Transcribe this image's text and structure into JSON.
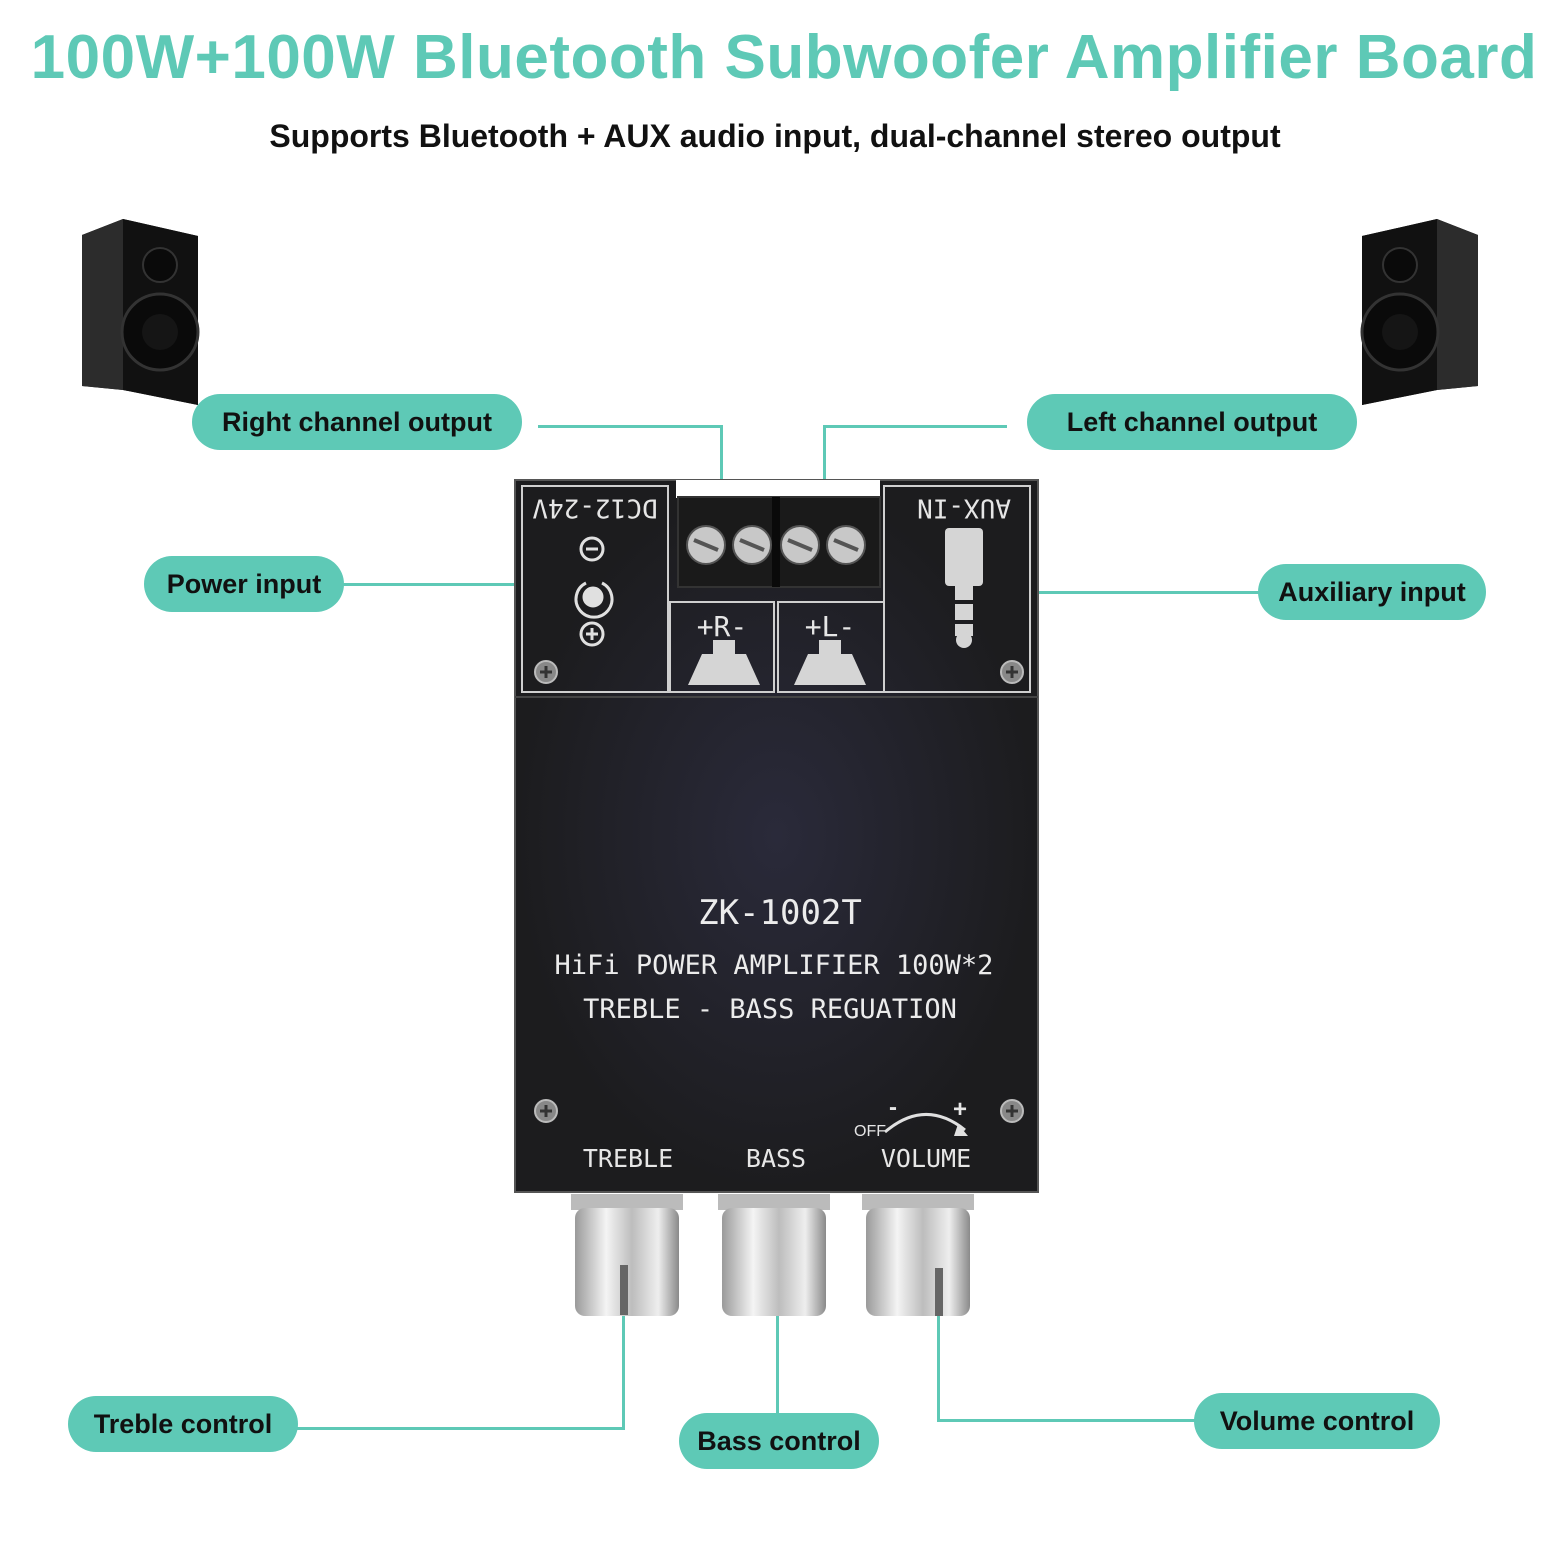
{
  "title": "100W+100W Bluetooth Subwoofer Amplifier Board",
  "subtitle": "Supports Bluetooth + AUX audio input, dual-channel stereo output",
  "callouts": {
    "right_channel": "Right channel output",
    "left_channel": "Left channel output",
    "power_input": "Power input",
    "auxiliary_input": "Auxiliary input",
    "treble_control": "Treble control",
    "bass_control": "Bass control",
    "volume_control": "Volume control"
  },
  "board": {
    "dc_label": "DC12-24V",
    "aux_label": "AUX-IN",
    "right_terminal": "+R-",
    "left_terminal": "+L-",
    "model": "ZK-1002T",
    "line1": "HiFi POWER AMPLIFIER 100W*2",
    "line2": "TREBLE - BASS  REGUATION",
    "knob_treble": "TREBLE",
    "knob_bass": "BASS",
    "knob_volume": "VOLUME",
    "off_label": "OFF",
    "minus": "-",
    "plus": "+"
  },
  "colors": {
    "accent": "#5ec9b6",
    "board": "#1c1c1e",
    "text": "#111111"
  }
}
